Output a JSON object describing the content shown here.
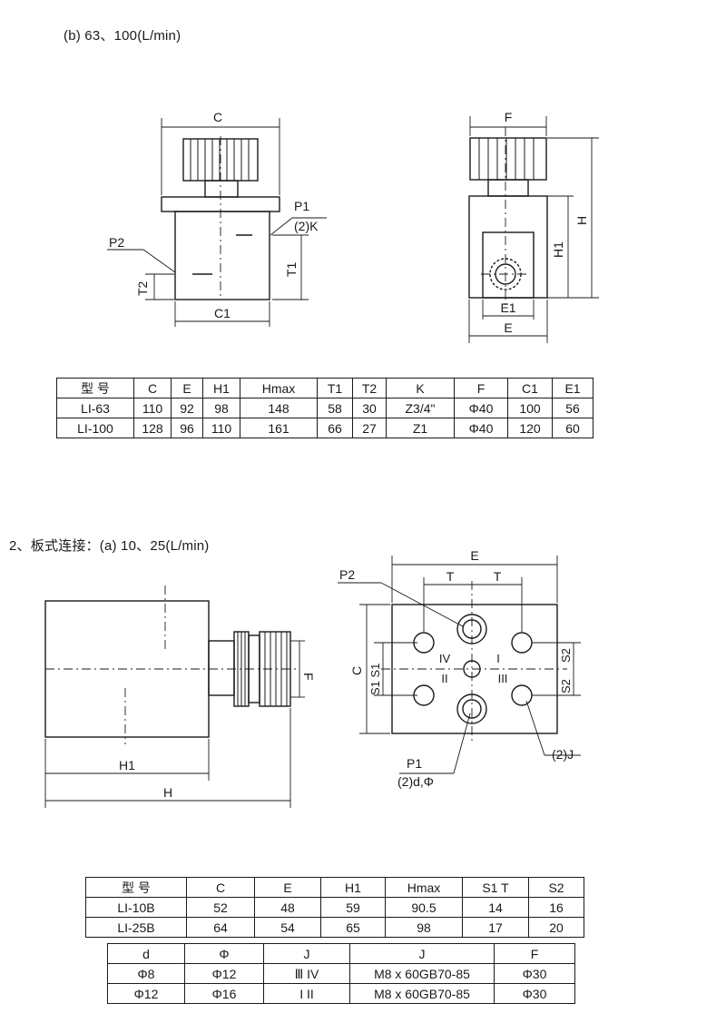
{
  "section_b": {
    "heading": "(b) 63、100(L/min)",
    "labels": {
      "C": "C",
      "F": "F",
      "H": "H",
      "H1": "H1",
      "P1": "P1",
      "K": "(2)K",
      "P2": "P2",
      "T1": "T1",
      "T2": "T2",
      "C1": "C1",
      "E1": "E1",
      "E": "E"
    },
    "table": {
      "headers": [
        "型 号",
        "C",
        "E",
        "H1",
        "Hmax",
        "T1",
        "T2",
        "K",
        "F",
        "C1",
        "E1"
      ],
      "rows": [
        [
          "LI-63",
          "110",
          "92",
          "98",
          "148",
          "58",
          "30",
          "Z3/4\"",
          "Φ40",
          "100",
          "56"
        ],
        [
          "LI-100",
          "128",
          "96",
          "110",
          "161",
          "66",
          "27",
          "Z1",
          "Φ40",
          "120",
          "60"
        ]
      ]
    }
  },
  "section_2": {
    "heading": "2、板式连接：(a) 10、25(L/min)",
    "labels": {
      "E": "E",
      "T": "T",
      "P2": "P2",
      "C": "C",
      "S1S1": "S1 S1",
      "S2": "S2",
      "IV": "IV",
      "I": "I",
      "II": "II",
      "III": "III",
      "P1": "P1",
      "d_phi": "(2)d,Φ",
      "J": "(2)J",
      "F": "F",
      "H1": "H1",
      "H": "H"
    },
    "table": {
      "headers": [
        "型 号",
        "C",
        "E",
        "H1",
        "Hmax",
        "S1 T",
        "S2"
      ],
      "rows": [
        [
          "LI-10B",
          "52",
          "48",
          "59",
          "90.5",
          "14",
          "16"
        ],
        [
          "LI-25B",
          "64",
          "54",
          "65",
          "98",
          "17",
          "20"
        ]
      ],
      "sub_headers": [
        "d",
        "Φ",
        "J",
        "J",
        "F"
      ],
      "sub_rows": [
        [
          "Φ8",
          "Φ12",
          "Ⅲ IV",
          "M8 x 60GB70-85",
          "Φ30"
        ],
        [
          "Φ12",
          "Φ16",
          "I  II",
          "M8 x 60GB70-85",
          "Φ30"
        ]
      ]
    }
  }
}
